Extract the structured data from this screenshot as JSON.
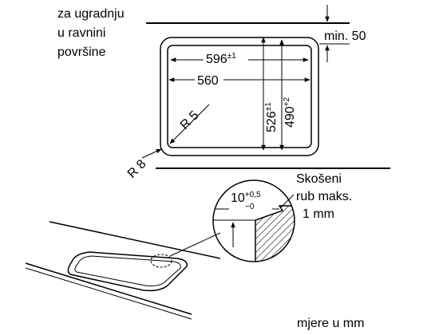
{
  "labels": {
    "install_note": [
      "za ugradnju",
      "u ravnini",
      "površine"
    ],
    "min_gap": "min. 50",
    "width_outer": "596",
    "width_outer_tol": "±1",
    "width_inner": "560",
    "height_outer": "526",
    "height_outer_tol": "±1",
    "height_inner": "490",
    "height_inner_tol": "+2",
    "radius_inner": "R 5",
    "radius_outer": "R 8",
    "chamfer_note": [
      "Skošeni",
      "rub maks.",
      "1 mm"
    ],
    "depth_dim": "10",
    "depth_tol_upper": "+0,5",
    "depth_tol_lower": "−0",
    "units": "mjere u mm"
  }
}
